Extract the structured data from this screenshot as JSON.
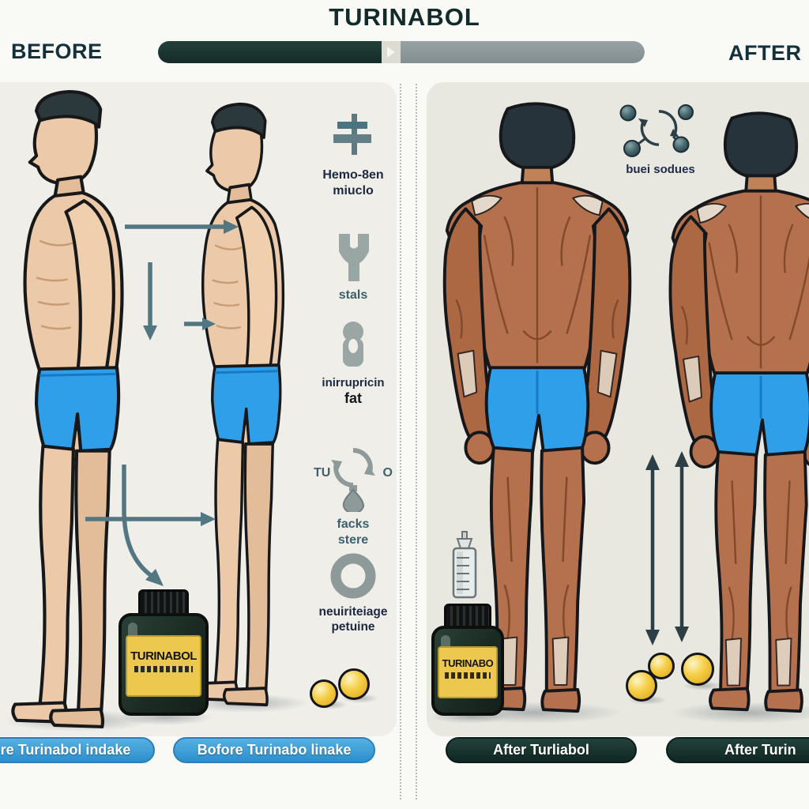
{
  "title": "TURINABOL",
  "header": {
    "before_label": "BEFORE",
    "after_label": "AFTER",
    "progress_filled_pct": 46
  },
  "left_panel": {
    "annotations": [
      {
        "icon": "muscle-gain-cross-icon",
        "lines": [
          "Hemo-8en",
          "miuclo"
        ]
      },
      {
        "icon": "stats-icon",
        "lines": [
          "stals"
        ]
      },
      {
        "icon": "body-fat-keyhole-icon",
        "lines": [
          "inirrupricin",
          "fat"
        ]
      },
      {
        "icon": "metabolism-cycle-icon",
        "side_left": "TU",
        "side_right": "O",
        "lines": [
          "facks",
          "stere"
        ]
      },
      {
        "icon": "ring-icon",
        "lines": [
          "neuiriteiage",
          "petuine"
        ]
      }
    ],
    "bottle_label": "TURINABOL",
    "caption_partial": "re Turinabol indake",
    "caption": "Bofore Turinabo linake"
  },
  "right_panel": {
    "molecule_caption": "buei sodues",
    "bottle_label": "TURINABO",
    "caption": "After Turliabol",
    "caption_partial": "After Turin"
  },
  "colors": {
    "progress_filled": "#1d3531",
    "progress_rest": "#8b9698",
    "arrow_teal": "#527682",
    "arrow_dark": "#2c3f47",
    "ribbon_blue": "#3fa2da",
    "ribbon_dark": "#16302c",
    "shorts_blue": "#2f9fe9",
    "ball_yellow": "#f0c83c",
    "bottle_label_yellow": "#ecc84f"
  }
}
